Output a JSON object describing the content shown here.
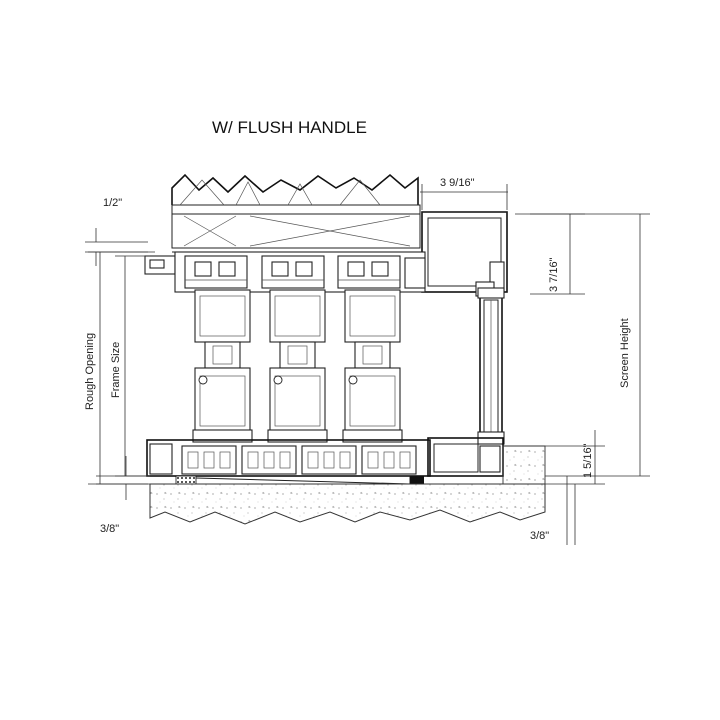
{
  "title": "W/ FLUSH HANDLE",
  "dimensions": {
    "top_left": "1/2\"",
    "top_right": "3  9/16\"",
    "right_upper": "3  7/16\"",
    "screen_height": "Screen  Height",
    "rough_opening": "Rough  Opening",
    "frame_size": "Frame  Size",
    "sill_height": "1  5/16\"",
    "bottom_left": "3/8\"",
    "bottom_right": "3/8\""
  },
  "colors": {
    "line": "#222222",
    "seal": "#111111",
    "concrete_hatch": "#8a8a8a"
  }
}
